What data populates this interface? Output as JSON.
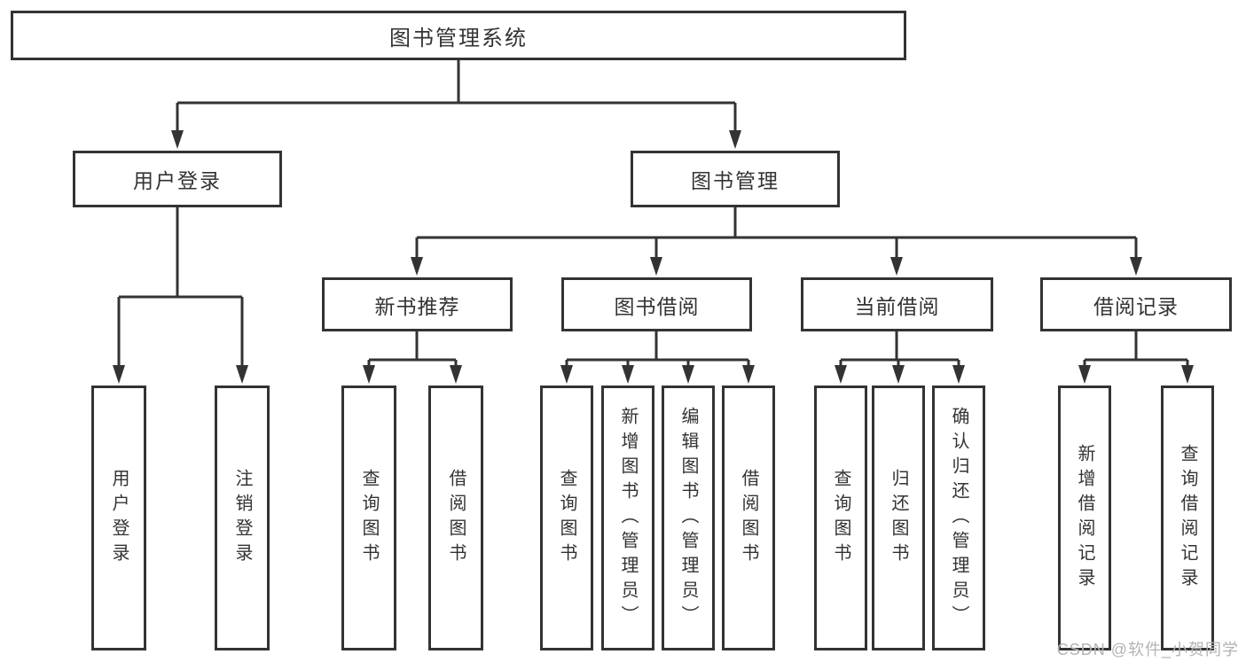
{
  "colors": {
    "line": "#333333",
    "text": "#333333",
    "background": "#ffffff",
    "watermark": "#b3b3b3"
  },
  "tree": {
    "root": {
      "label": "图书管理系统"
    },
    "level2": [
      {
        "label": "用户登录"
      },
      {
        "label": "图书管理"
      }
    ],
    "level3": [
      {
        "label": "新书推荐"
      },
      {
        "label": "图书借阅"
      },
      {
        "label": "当前借阅"
      },
      {
        "label": "借阅记录"
      }
    ],
    "leaves": [
      {
        "label": "用户登录"
      },
      {
        "label": "注销登录"
      },
      {
        "label": "查询图书"
      },
      {
        "label": "借阅图书"
      },
      {
        "label": "查询图书"
      },
      {
        "label": "新增图书（管理员）"
      },
      {
        "label": "编辑图书（管理员）"
      },
      {
        "label": "借阅图书"
      },
      {
        "label": "查询图书"
      },
      {
        "label": "归还图书"
      },
      {
        "label": "确认归还（管理员）"
      },
      {
        "label": "新增借阅记录"
      },
      {
        "label": "查询借阅记录"
      }
    ]
  },
  "watermark": {
    "text": "CSDN @软件_小贺同学"
  }
}
